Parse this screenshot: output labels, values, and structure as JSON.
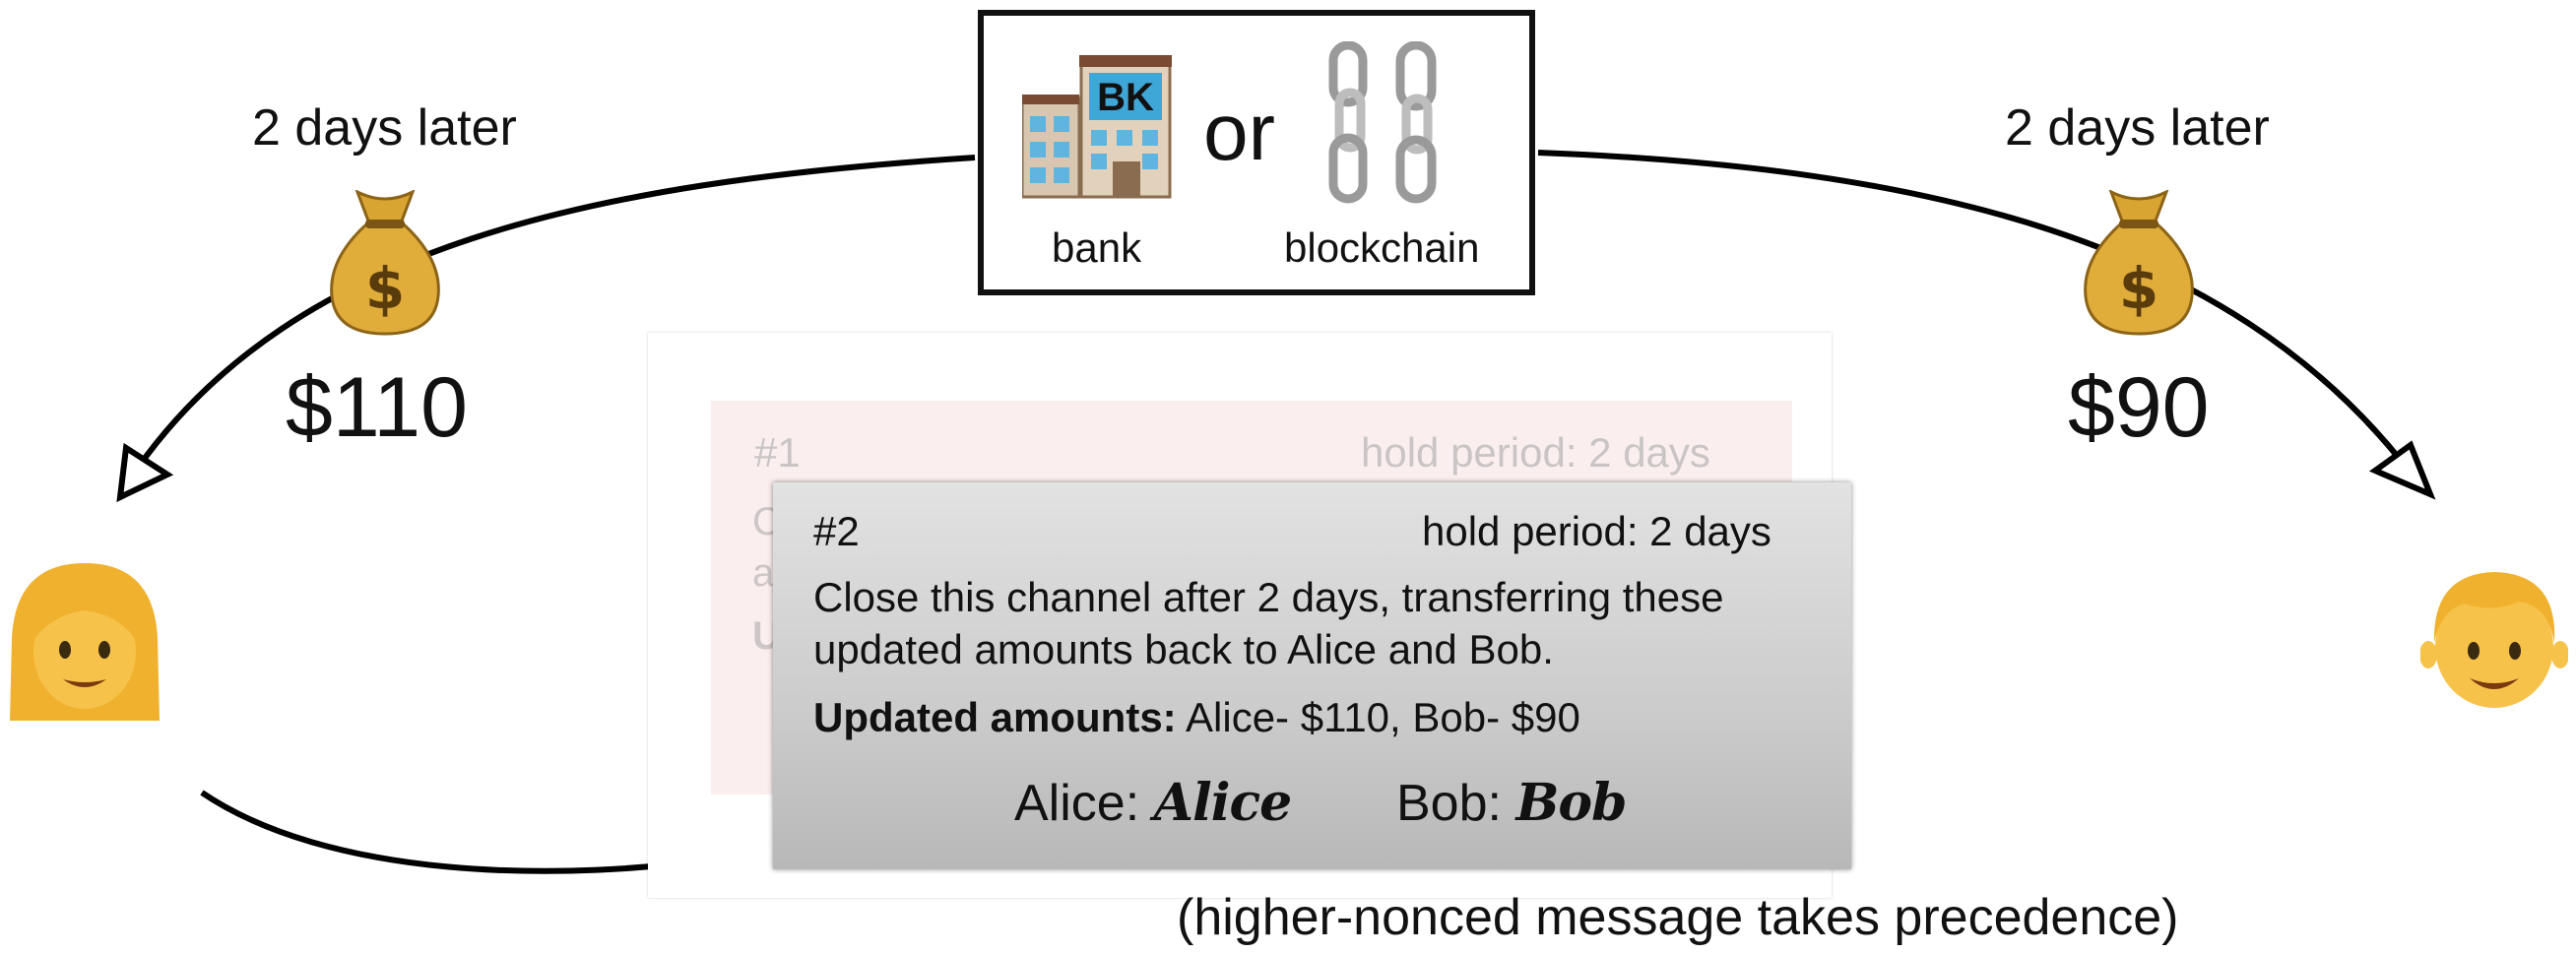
{
  "institutions": {
    "bank_label": "bank",
    "or_word": "or",
    "blockchain_label": "blockchain",
    "bank_sign": "BK"
  },
  "left_payout": {
    "delay": "2 days later",
    "amount": "$110",
    "bag_symbol": "$"
  },
  "right_payout": {
    "delay": "2 days later",
    "amount": "$90",
    "bag_symbol": "$"
  },
  "message_back": {
    "nonce": "#1",
    "hold_period": "hold period: 2 days",
    "partial_lines": [
      "C",
      "a",
      "U"
    ]
  },
  "message_front": {
    "nonce": "#2",
    "hold_period": "hold period: 2 days",
    "line1": "Close this channel after 2 days, transferring these",
    "line2": "updated amounts back to Alice and Bob.",
    "amounts_label": "Updated amounts:",
    "amounts_value": " Alice- $110, Bob- $90",
    "alice_label": "Alice:",
    "alice_signature": "Alice",
    "bob_label": "Bob:",
    "bob_signature": "Bob"
  },
  "footnote": "(higher-nonced message takes precedence)",
  "colors": {
    "hair": "#f0b12e",
    "skin": "#f7c24a",
    "bag": "#d9a532",
    "back_card": "#fbeeee",
    "front_card": "#cbcbcb"
  },
  "icons": [
    "bank-building-icon",
    "chain-icon",
    "money-bag-icon",
    "woman-icon",
    "man-icon"
  ]
}
